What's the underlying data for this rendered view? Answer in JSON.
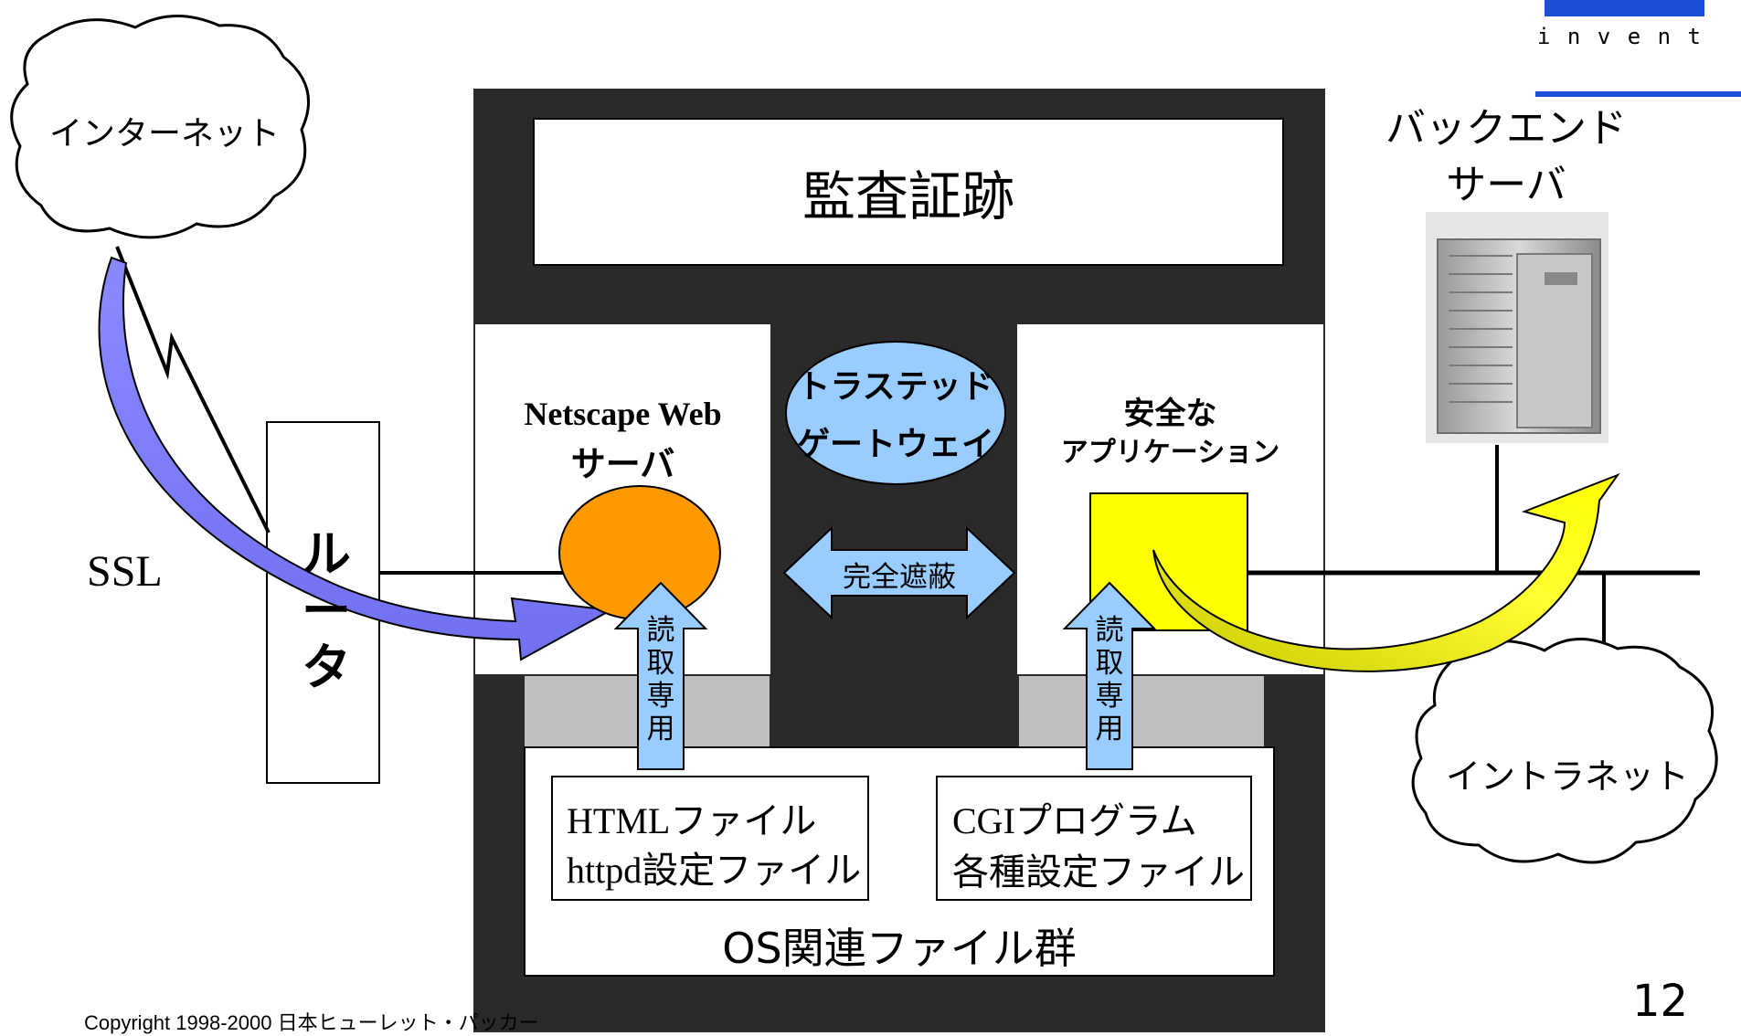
{
  "logo": {
    "tagline": "i n v e n t"
  },
  "internet_cloud": {
    "label": "インターネット"
  },
  "intranet_cloud": {
    "label": "イントラネット"
  },
  "backend": {
    "title_line1": "バックエンド",
    "title_line2": "サーバ"
  },
  "ssl_label": "SSL",
  "router": {
    "label": "ルータ"
  },
  "audit": {
    "label": "監査証跡"
  },
  "web_server": {
    "name": "Netscape Web",
    "subtitle": "サーバ"
  },
  "gateway": {
    "line1": "トラステッド",
    "line2": "ゲートウェイ"
  },
  "isolation": {
    "label": "完全遮蔽"
  },
  "secure_app": {
    "line1": "安全な",
    "line2": "アプリケーション"
  },
  "readonly_left": {
    "chars": [
      "読",
      "取",
      "専",
      "用"
    ]
  },
  "readonly_right": {
    "chars": [
      "読",
      "取",
      "専",
      "用"
    ]
  },
  "html_files": {
    "line1": "HTMLファイル",
    "line2": "httpd設定ファイル"
  },
  "cgi_files": {
    "line1": "CGIプログラム",
    "line2": "各種設定ファイル"
  },
  "os_files": {
    "label": "OS関連ファイル群"
  },
  "footer": {
    "copyright": "Copyright 1998-2000 日本ヒューレット・パッカー",
    "page_number": "12"
  },
  "colors": {
    "dark_block": "#2a2a2a",
    "gray_strip": "#c0c0c0",
    "web_server_oval": "#ff9900",
    "gateway_oval": "#99ccff",
    "secure_app_square": "#ffff00",
    "read_only_arrow": "#99ccff",
    "ssl_arrow": "#8080ff",
    "backend_arrow": "#ffff00",
    "logo_blue": "#1f4fd8"
  }
}
